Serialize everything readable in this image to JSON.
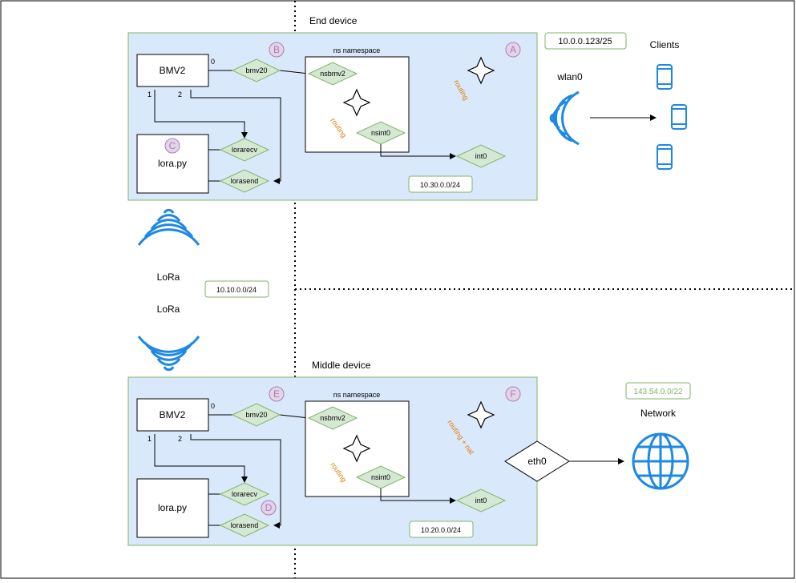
{
  "regions": {
    "end_device": "End device",
    "middle_device": "Middle device"
  },
  "end": {
    "bmv2": "BMV2",
    "lora_py": "lora.py",
    "port0": "0",
    "port1": "1",
    "port2": "2",
    "bmv20": "bmv20",
    "lorarecv": "lorarecv",
    "lorasend": "lorasend",
    "ns_title": "ns namespace",
    "nsbmv2": "nsbmv2",
    "nsint0": "nsint0",
    "int0": "int0",
    "routing_inner": "routing",
    "routing_outer": "routing",
    "subnet": "10.30.0.0/24",
    "badges": {
      "a": "A",
      "b": "B",
      "c": "C"
    }
  },
  "middle": {
    "bmv2": "BMV2",
    "lora_py": "lora.py",
    "port0": "0",
    "port1": "1",
    "port2": "2",
    "bmv20": "bmv20",
    "lorarecv": "lorarecv",
    "lorasend": "lorasend",
    "ns_title": "ns namespace",
    "nsbmv2": "nsbmv2",
    "nsint0": "nsint0",
    "int0": "int0",
    "routing_inner": "routing",
    "routing_outer": "routing + nat",
    "subnet": "10.20.0.0/24",
    "badges": {
      "d": "D",
      "e": "E",
      "f": "F"
    }
  },
  "wireless": {
    "wlan0": "wlan0",
    "wlan_subnet": "10.0.0.123/25",
    "clients": "Clients",
    "lora_top": "LoRa",
    "lora_bottom": "LoRa",
    "lora_subnet": "10.10.0.0/24"
  },
  "network": {
    "eth0": "eth0",
    "network": "Network",
    "subnet": "143.54.0.0/22"
  },
  "colors": {
    "region_fill": "#dae8fc",
    "region_stroke": "#82b366",
    "diamond_fill": "#d5e8d4",
    "diamond_stroke": "#82b366",
    "badge_fill": "#e1d5e7",
    "badge_stroke": "#b07ab8",
    "icon_blue": "#1e88e5",
    "orange": "#e07b00",
    "net_green_text": "#82b366"
  }
}
